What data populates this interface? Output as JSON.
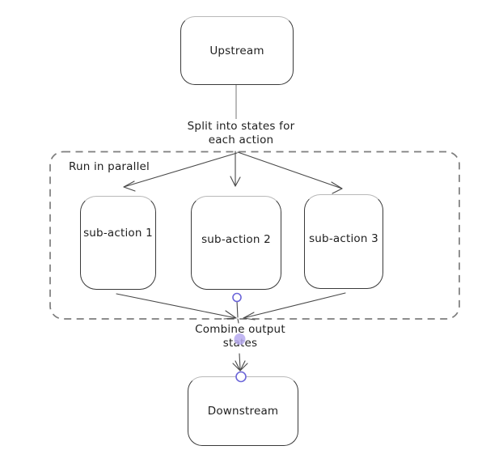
{
  "diagram": {
    "nodes": {
      "upstream": {
        "label": "Upstream"
      },
      "sub_action_1": {
        "label": "sub-action 1"
      },
      "sub_action_2": {
        "label": "sub-action 2"
      },
      "sub_action_3": {
        "label": "sub-action 3"
      },
      "downstream": {
        "label": "Downstream"
      }
    },
    "labels": {
      "split": {
        "line1": "Split into states for",
        "line2": "each action"
      },
      "parallel_group": "Run in parallel",
      "combine": {
        "line1": "Combine output",
        "line2": "states"
      }
    },
    "colors": {
      "background": "#ffffff",
      "text": "#1e1e1e",
      "box_stroke": "#3a3a3a",
      "box_stroke_top": "#b9b9b9",
      "arrow_stroke": "#484848",
      "connector_stroke": "#b3b3b3",
      "dashed_stroke": "#7d7d7d",
      "binding_circle_stroke": "#6c66d9",
      "binding_dot_fill": "#b7aaf0"
    }
  }
}
